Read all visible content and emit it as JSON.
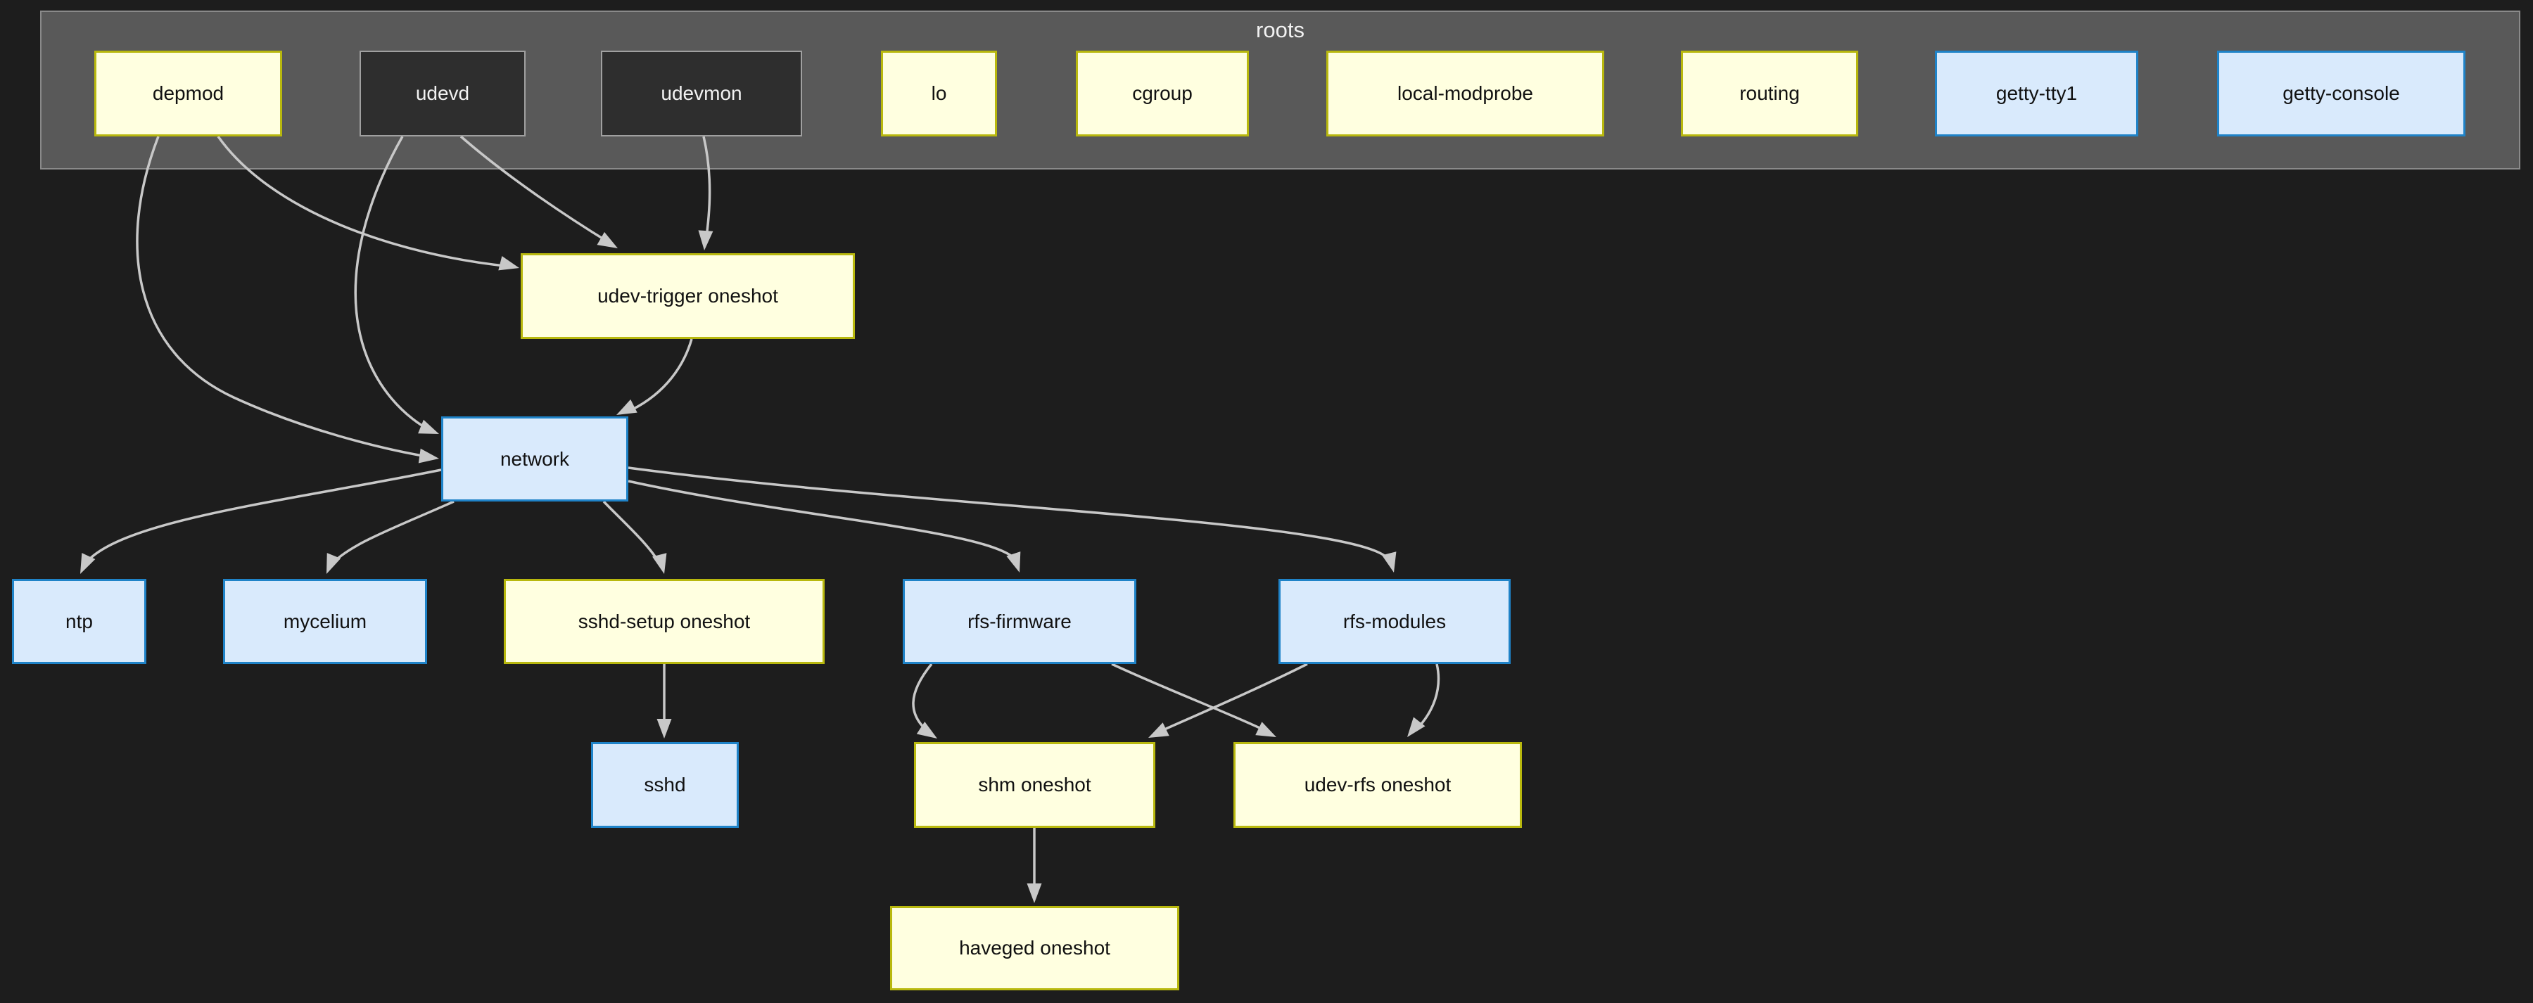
{
  "diagram": {
    "background": "#1d1d1d",
    "edge_color": "#c8c8c8",
    "cluster": {
      "label": "roots",
      "fill": "#595959",
      "border": "#8a8a8a"
    },
    "node_styles": {
      "yellow": {
        "fill": "#ffffe0",
        "border": "#b8b80e",
        "text": "#111111"
      },
      "blue": {
        "fill": "#d9eafc",
        "border": "#1f83c8",
        "text": "#111111"
      },
      "dark": {
        "fill": "#2e2e2e",
        "border": "#a0a0a0",
        "text": "#f2f2f2"
      }
    },
    "nodes": [
      {
        "id": "depmod",
        "label": "depmod",
        "style": "yellow",
        "in_roots": true
      },
      {
        "id": "udevd",
        "label": "udevd",
        "style": "dark",
        "in_roots": true
      },
      {
        "id": "udevmon",
        "label": "udevmon",
        "style": "dark",
        "in_roots": true
      },
      {
        "id": "lo",
        "label": "lo",
        "style": "yellow",
        "in_roots": true
      },
      {
        "id": "cgroup",
        "label": "cgroup",
        "style": "yellow",
        "in_roots": true
      },
      {
        "id": "local-modprobe",
        "label": "local-modprobe",
        "style": "yellow",
        "in_roots": true
      },
      {
        "id": "routing",
        "label": "routing",
        "style": "yellow",
        "in_roots": true
      },
      {
        "id": "getty-tty1",
        "label": "getty-tty1",
        "style": "blue",
        "in_roots": true
      },
      {
        "id": "getty-console",
        "label": "getty-console",
        "style": "blue",
        "in_roots": true
      },
      {
        "id": "udev-trigger-oneshot",
        "label": "udev-trigger oneshot",
        "style": "yellow",
        "in_roots": false
      },
      {
        "id": "network",
        "label": "network",
        "style": "blue",
        "in_roots": false
      },
      {
        "id": "ntp",
        "label": "ntp",
        "style": "blue",
        "in_roots": false
      },
      {
        "id": "mycelium",
        "label": "mycelium",
        "style": "blue",
        "in_roots": false
      },
      {
        "id": "sshd-setup-oneshot",
        "label": "sshd-setup oneshot",
        "style": "yellow",
        "in_roots": false
      },
      {
        "id": "rfs-firmware",
        "label": "rfs-firmware",
        "style": "blue",
        "in_roots": false
      },
      {
        "id": "rfs-modules",
        "label": "rfs-modules",
        "style": "blue",
        "in_roots": false
      },
      {
        "id": "sshd",
        "label": "sshd",
        "style": "blue",
        "in_roots": false
      },
      {
        "id": "shm-oneshot",
        "label": "shm oneshot",
        "style": "yellow",
        "in_roots": false
      },
      {
        "id": "udev-rfs-oneshot",
        "label": "udev-rfs oneshot",
        "style": "yellow",
        "in_roots": false
      },
      {
        "id": "haveged-oneshot",
        "label": "haveged oneshot",
        "style": "yellow",
        "in_roots": false
      }
    ],
    "edges": [
      {
        "from": "depmod",
        "to": "udev-trigger-oneshot"
      },
      {
        "from": "depmod",
        "to": "network"
      },
      {
        "from": "udevd",
        "to": "udev-trigger-oneshot"
      },
      {
        "from": "udevd",
        "to": "network"
      },
      {
        "from": "udevmon",
        "to": "udev-trigger-oneshot"
      },
      {
        "from": "udev-trigger-oneshot",
        "to": "network"
      },
      {
        "from": "network",
        "to": "ntp"
      },
      {
        "from": "network",
        "to": "mycelium"
      },
      {
        "from": "network",
        "to": "sshd-setup-oneshot"
      },
      {
        "from": "network",
        "to": "rfs-firmware"
      },
      {
        "from": "network",
        "to": "rfs-modules"
      },
      {
        "from": "sshd-setup-oneshot",
        "to": "sshd"
      },
      {
        "from": "rfs-firmware",
        "to": "shm-oneshot"
      },
      {
        "from": "rfs-firmware",
        "to": "udev-rfs-oneshot"
      },
      {
        "from": "rfs-modules",
        "to": "shm-oneshot"
      },
      {
        "from": "rfs-modules",
        "to": "udev-rfs-oneshot"
      },
      {
        "from": "shm-oneshot",
        "to": "haveged-oneshot"
      }
    ]
  }
}
